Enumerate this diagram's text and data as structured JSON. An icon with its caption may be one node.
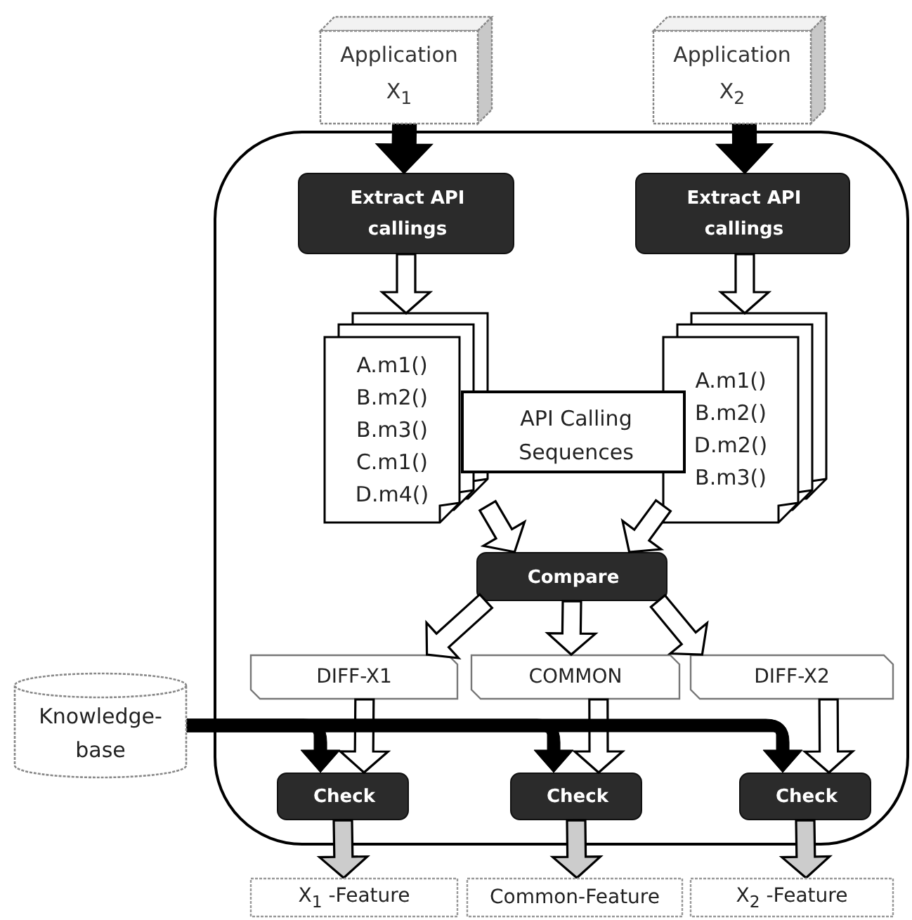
{
  "diagram": {
    "nodes": [
      {
        "text": [],
        "shape": "box"
      },
      {
        "text": [
          "Application X$_{1}$"
        ]
      },
      {
        "text": [
          "Application X$_{2}$"
        ]
      },
      {
        "text": [
          "Extract API callings"
        ],
        "in": 0
      },
      {
        "text": [
          "Extract API callings"
        ],
        "in": 0
      },
      {
        "text": [
          "A.m1() B.m2() B.m3() C.m1() D.m4()"
        ],
        "in": 0
      },
      {
        "text": [
          "A.m1() B.m2() D.m2() B.m3()"
        ],
        "in": 0
      },
      {
        "text": [
          "API Calling Sequences"
        ],
        "in": 0
      },
      {
        "text": [
          "Compare"
        ],
        "in": 0
      },
      {
        "text": [
          "DIFF-X1"
        ],
        "in": 0
      },
      {
        "text": [
          "COMMON"
        ],
        "in": 0
      },
      {
        "text": [
          "DIFF-X2"
        ],
        "in": 0
      },
      {
        "text": [
          "Knowledge-base"
        ]
      },
      {
        "text": [
          "Check"
        ],
        "in": 0
      },
      {
        "text": [
          "Check"
        ],
        "in": 0
      },
      {
        "text": [
          "Check"
        ],
        "in": 0
      },
      {
        "text": [
          "X$_{1}$ -Feature"
        ]
      },
      {
        "text": [
          "Common-Feature"
        ]
      },
      {
        "text": [
          "X$_{2}$ -Feature"
        ]
      }
    ],
    "edges": [
      {
        "from": 1,
        "to": 3,
        "arrow": "to",
        "style": "thick"
      },
      {
        "from": 2,
        "to": 4,
        "arrow": "to",
        "style": "thick"
      },
      {
        "from": 3,
        "to": 5,
        "arrow": "to"
      },
      {
        "from": 4,
        "to": 6,
        "arrow": "to"
      },
      {
        "from": 5,
        "to": 8,
        "arrow": "to"
      },
      {
        "from": 6,
        "to": 8,
        "arrow": "to"
      },
      {
        "from": 8,
        "to": 9,
        "arrow": "to"
      },
      {
        "from": 8,
        "to": 10,
        "arrow": "to"
      },
      {
        "from": 8,
        "to": 11,
        "arrow": "to"
      },
      {
        "from": 9,
        "to": 13,
        "arrow": "to"
      },
      {
        "from": 10,
        "to": 14,
        "arrow": "to"
      },
      {
        "from": 11,
        "to": 15,
        "arrow": "to"
      },
      {
        "from": 12,
        "to": 13,
        "arrow": "to",
        "style": "thick"
      },
      {
        "from": 12,
        "to": 14,
        "arrow": "to",
        "style": "thick"
      },
      {
        "from": 12,
        "to": 15,
        "arrow": "to",
        "style": "thick"
      },
      {
        "from": 13,
        "to": 16,
        "arrow": "to",
        "color": "#cccccc"
      },
      {
        "from": 14,
        "to": 17,
        "arrow": "to",
        "color": "#cccccc"
      },
      {
        "from": 15,
        "to": 18,
        "arrow": "to",
        "color": "#cccccc"
      }
    ]
  }
}
